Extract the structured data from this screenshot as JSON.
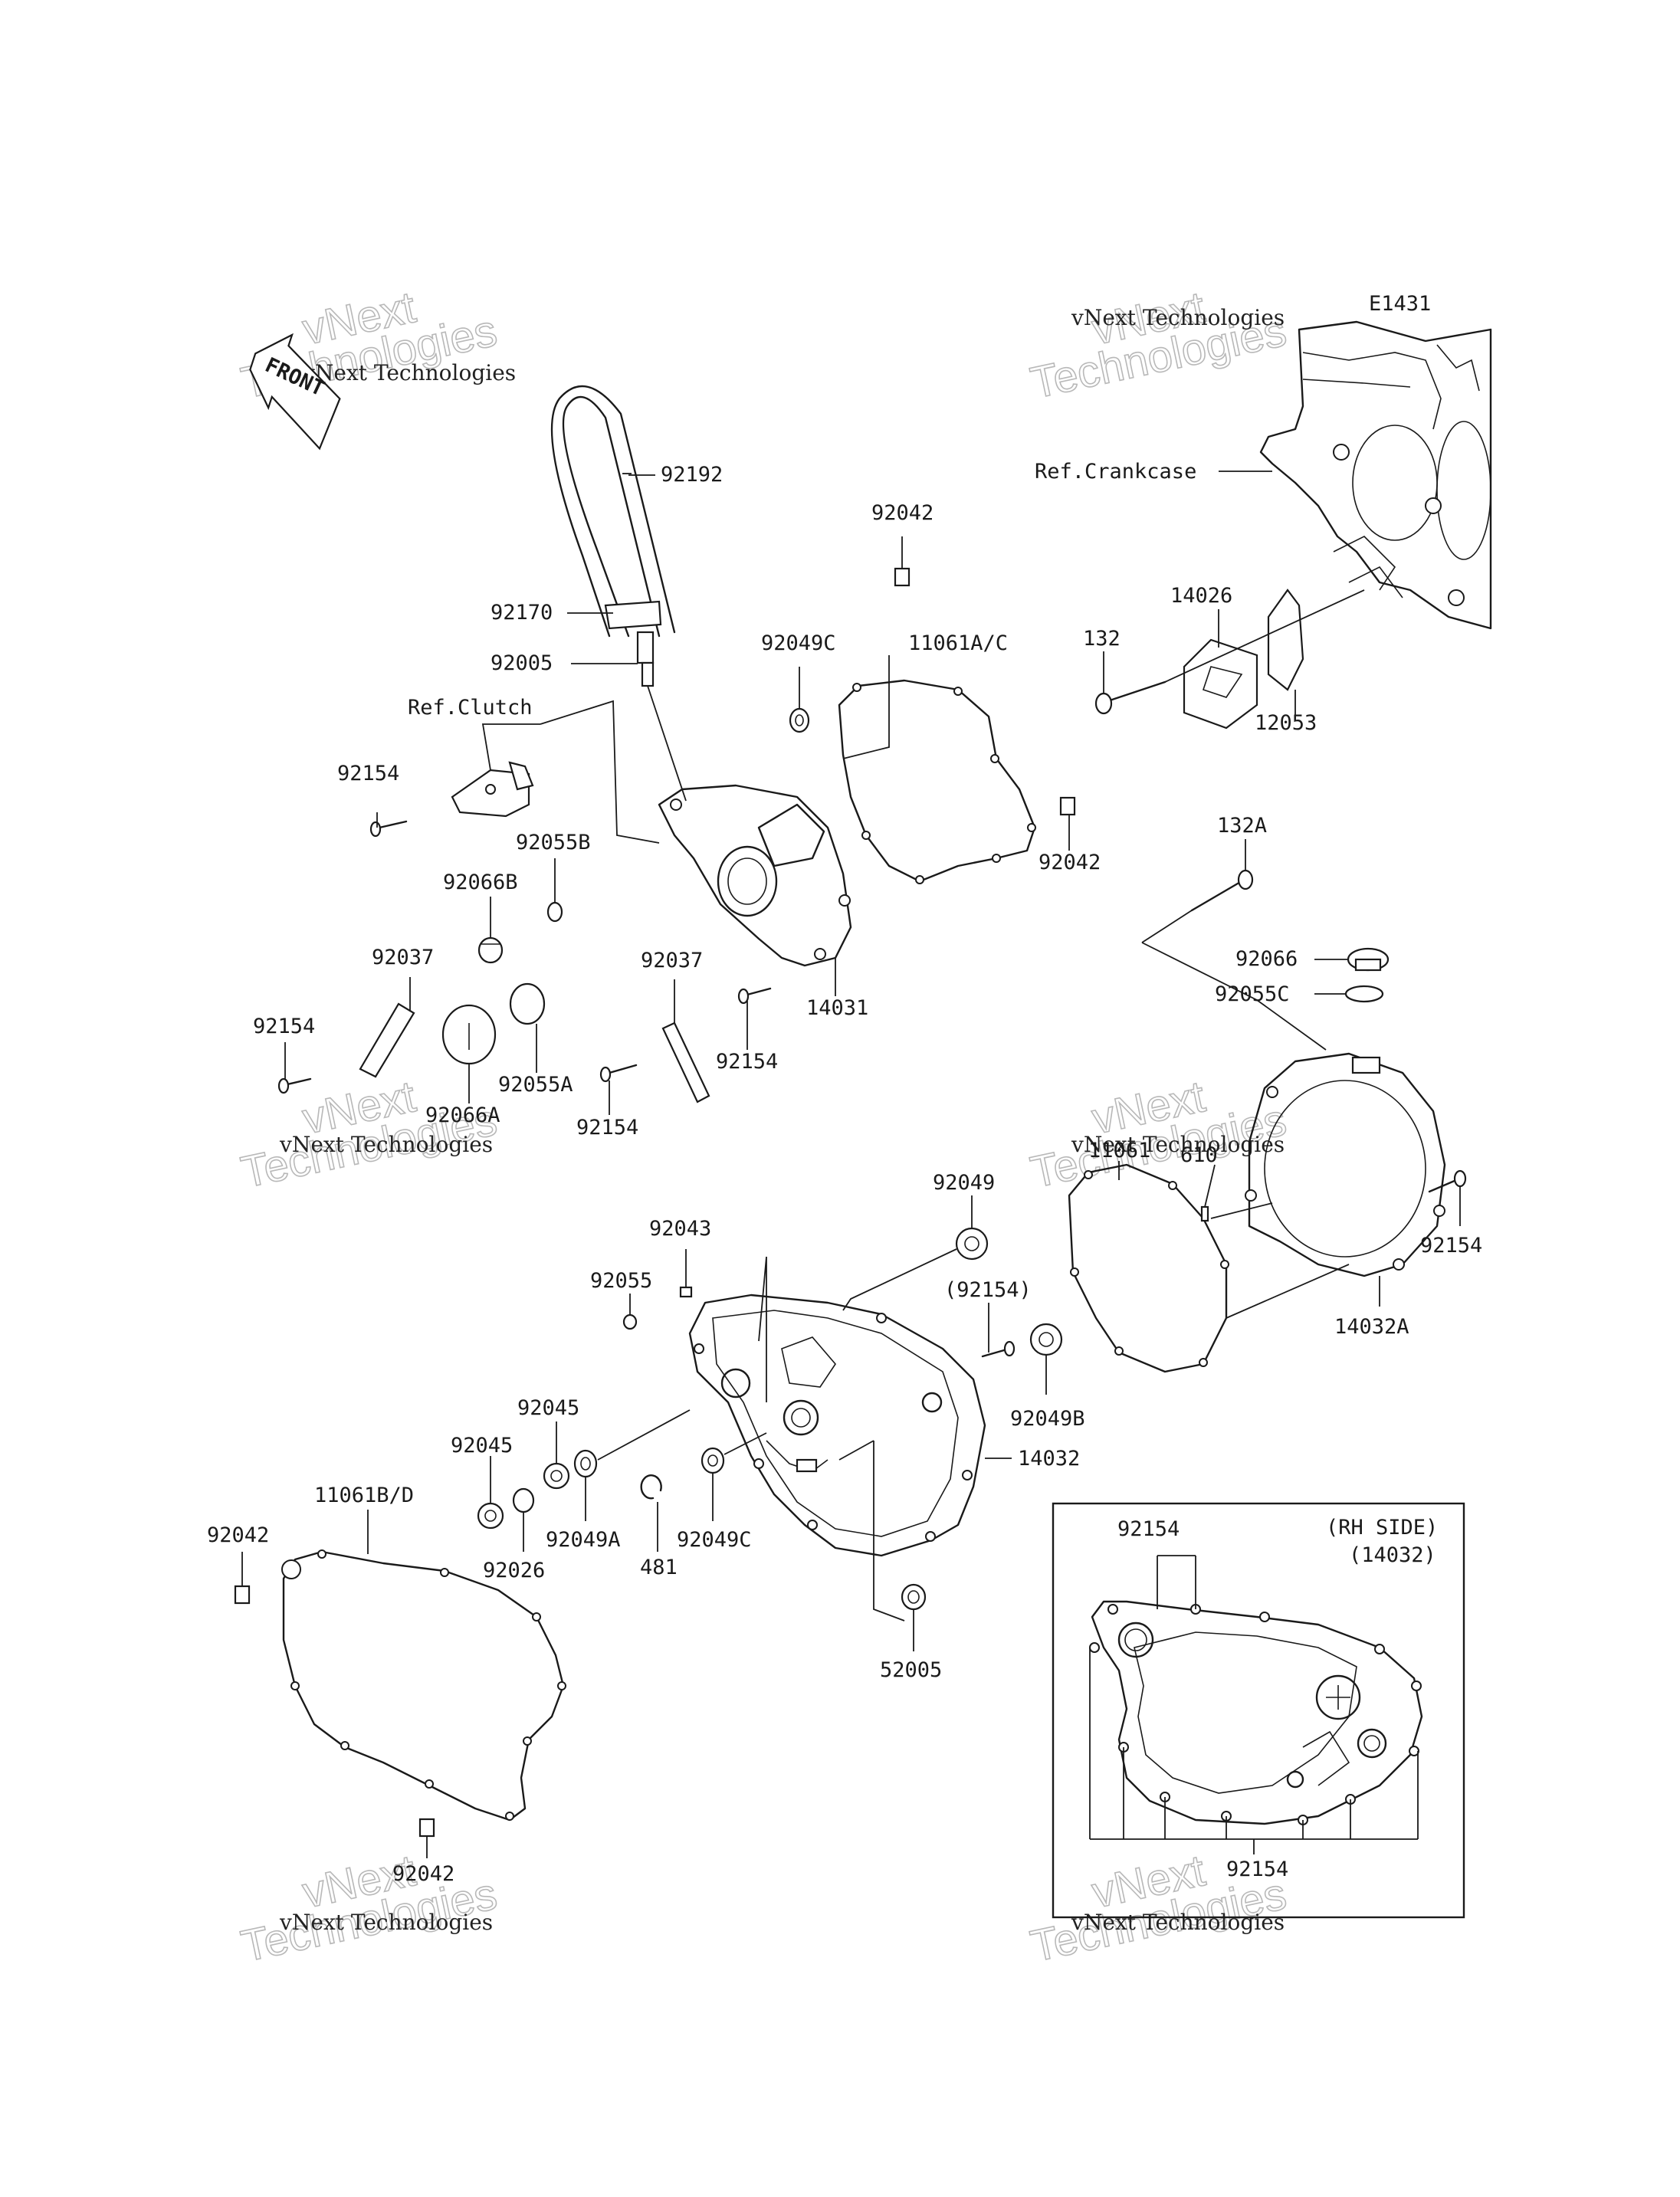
{
  "diagram_code": "E1431",
  "front_label": "FRONT",
  "watermark": {
    "line1": "vNext Technologies",
    "line2": "Technologies",
    "line3": "vNext"
  },
  "refs": {
    "clutch": "Ref.Clutch",
    "crankcase": "Ref.Crankcase"
  },
  "inset": {
    "title_line1": "(RH SIDE)",
    "title_line2": "(14032)",
    "top_label": "92154",
    "bottom_label": "92154"
  },
  "labels": [
    "92192",
    "92170",
    "92005",
    "92042",
    "92049C",
    "11061A/C",
    "92154",
    "92055B",
    "92066B",
    "92037",
    "92154",
    "92066A",
    "92055A",
    "92037",
    "92154",
    "92154",
    "14031",
    "92042",
    "132",
    "14026",
    "12053",
    "132A",
    "92066",
    "92055C",
    "11061",
    "610",
    "92154",
    "14032A",
    "92049",
    "92043",
    "92055",
    "(92154)",
    "92049B",
    "14032",
    "92045",
    "92045",
    "92026",
    "92049A",
    "481",
    "92049C",
    "52005",
    "11061B/D",
    "92042",
    "92042"
  ]
}
